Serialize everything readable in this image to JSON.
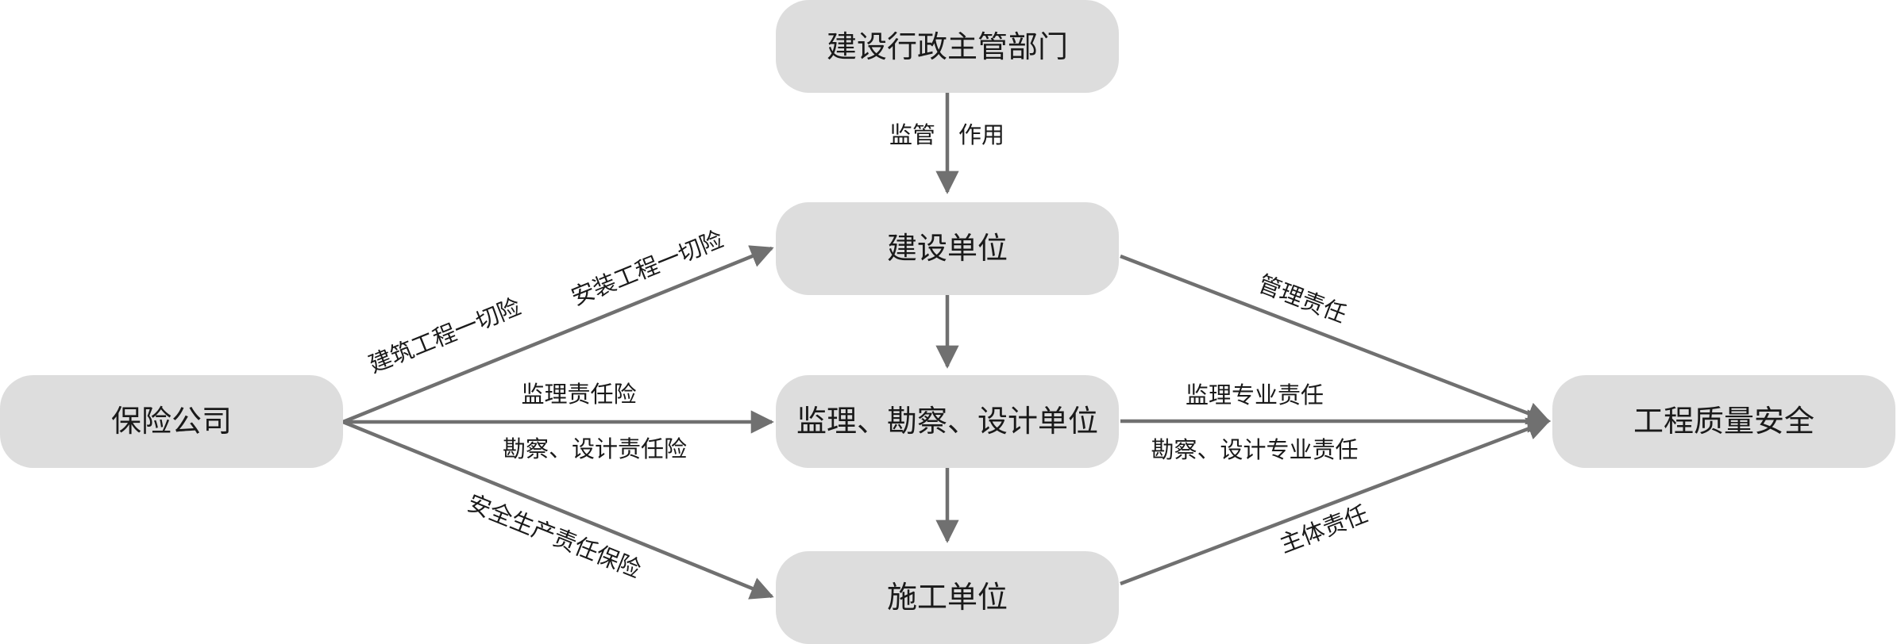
{
  "nodes": {
    "admin": "建设行政主管部门",
    "owner": "建设单位",
    "supervisor": "监理、勘察、设计单位",
    "contractor": "施工单位",
    "insurer": "保险公司",
    "quality": "工程质量安全"
  },
  "edge_labels": {
    "supervise_left": "监管",
    "supervise_right": "作用",
    "construction_all_risk": "建筑工程一切险",
    "installation_all_risk": "安装工程一切险",
    "supervision_liability": "监理责任险",
    "survey_design_liability": "勘察、设计责任险",
    "safety_liability": "安全生产责任保险",
    "management_responsibility": "管理责任",
    "supervision_professional": "监理专业责任",
    "survey_design_professional": "勘察、设计专业责任",
    "main_responsibility": "主体责任"
  },
  "colors": {
    "node_fill": "#dddddd",
    "edge": "#707070",
    "text": "#1a1a1a"
  }
}
